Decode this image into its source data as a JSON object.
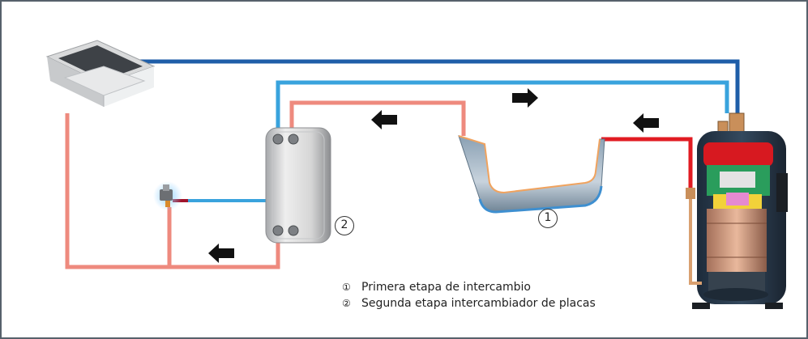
{
  "markers": {
    "stage1": "1",
    "stage2": "2"
  },
  "legend": {
    "items": [
      {
        "symbol": "①",
        "label": "Primera etapa de intercambio"
      },
      {
        "symbol": "②",
        "label": "Segunda etapa intercambiador de placas"
      }
    ]
  },
  "colors": {
    "cold_pipe": "#1f5ea8",
    "cool_pipe": "#39a3dd",
    "warm_pipe": "#ee8a7e",
    "hot_pipe": "#e11b22",
    "frame": "#56616b",
    "arrow": "#111111"
  }
}
